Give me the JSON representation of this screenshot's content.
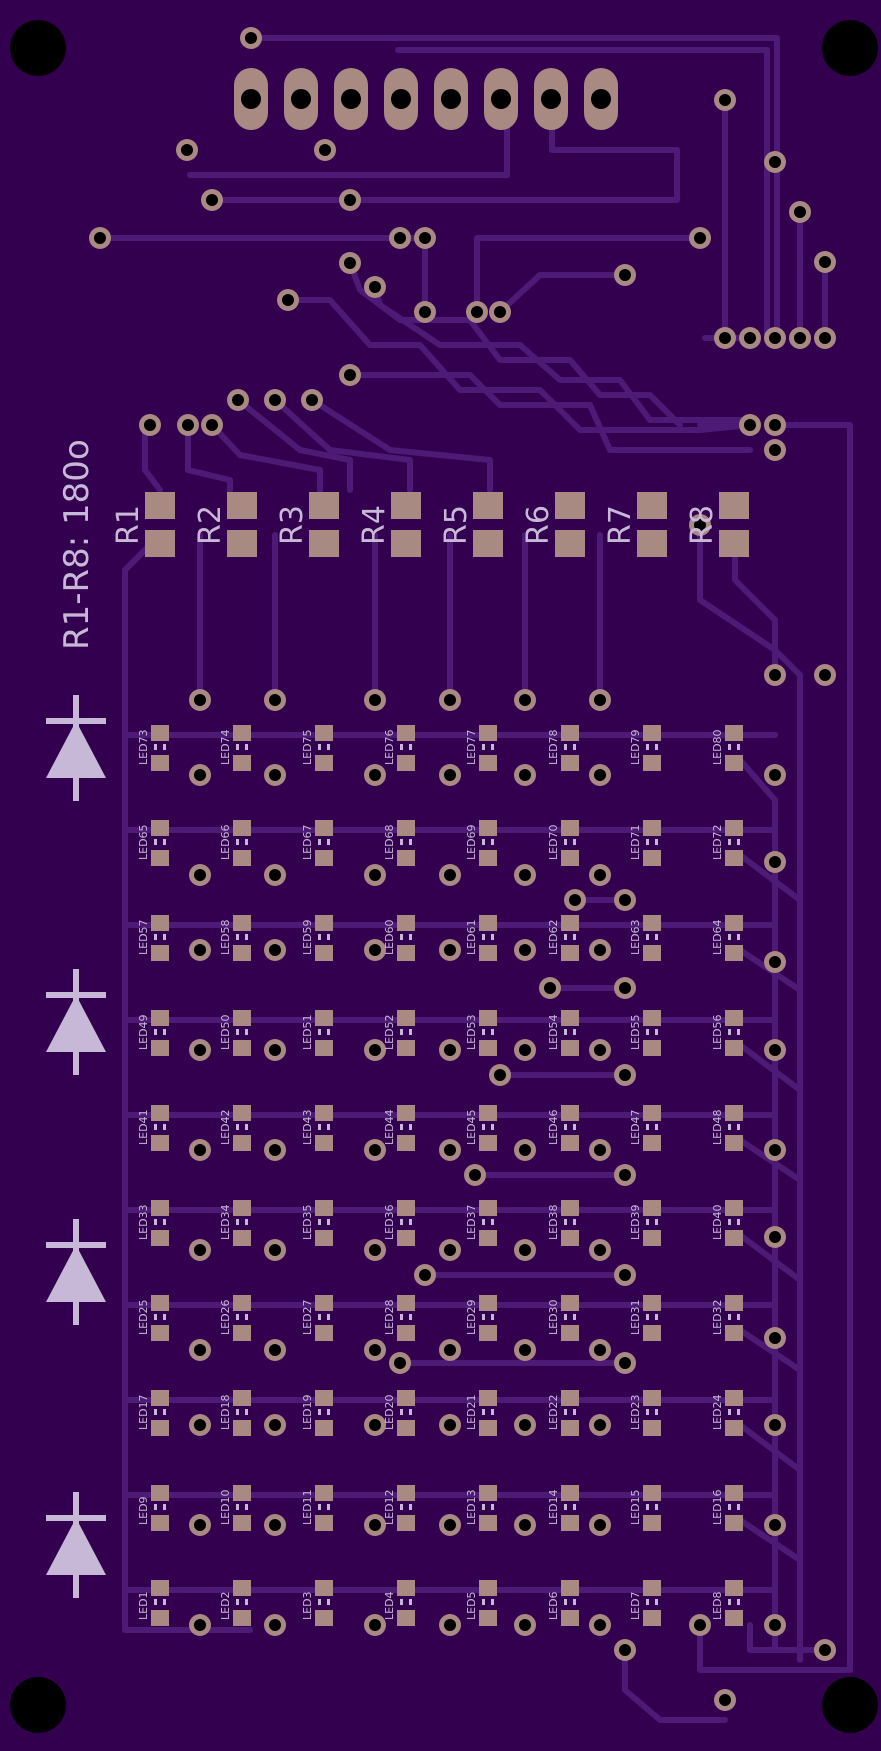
{
  "board_label": "R1-R8: 180o",
  "resistor_labels": [
    "R1",
    "R2",
    "R3",
    "R4",
    "R5",
    "R6",
    "R7",
    "R8"
  ],
  "led_labels": [
    [
      "LED73",
      "LED74",
      "LED75",
      "LED76",
      "LED77",
      "LED78",
      "LED79",
      "LED80"
    ],
    [
      "LED65",
      "LED66",
      "LED67",
      "LED68",
      "LED69",
      "LED70",
      "LED71",
      "LED72"
    ],
    [
      "LED57",
      "LED58",
      "LED59",
      "LED60",
      "LED61",
      "LED62",
      "LED63",
      "LED64"
    ],
    [
      "LED49",
      "LED50",
      "LED51",
      "LED52",
      "LED53",
      "LED54",
      "LED55",
      "LED56"
    ],
    [
      "LED41",
      "LED42",
      "LED43",
      "LED44",
      "LED45",
      "LED46",
      "LED47",
      "LED48"
    ],
    [
      "LED33",
      "LED34",
      "LED35",
      "LED36",
      "LED37",
      "LED38",
      "LED39",
      "LED40"
    ],
    [
      "LED25",
      "LED26",
      "LED27",
      "LED28",
      "LED29",
      "LED30",
      "LED31",
      "LED32"
    ],
    [
      "LED17",
      "LED18",
      "LED19",
      "LED20",
      "LED21",
      "LED22",
      "LED23",
      "LED24"
    ],
    [
      "LED9",
      "LED10",
      "LED11",
      "LED12",
      "LED13",
      "LED14",
      "LED15",
      "LED16"
    ],
    [
      "LED1",
      "LED2",
      "LED3",
      "LED4",
      "LED5",
      "LED6",
      "LED7",
      "LED8"
    ]
  ],
  "colors": {
    "board": "#33004f",
    "trace": "#4d1a75",
    "pad": "#a88a82",
    "silk": "#c8b8d8",
    "hole": "#000000",
    "via_ring": "#a88a82"
  }
}
